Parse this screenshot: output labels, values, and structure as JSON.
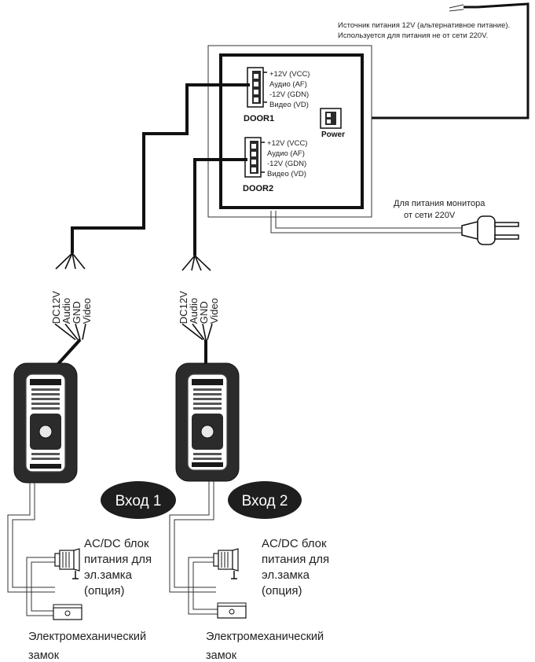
{
  "power_source_note": {
    "line1": "Источник питания 12V (альтернативное питание).",
    "line2": "Используется для питания не от сети 220V."
  },
  "monitor": {
    "door1": {
      "label": "DOOR1",
      "pins": [
        "+12V (VCC)",
        "Аудио (AF)",
        "-12V (GDN)",
        "Видео (VD)"
      ]
    },
    "door2": {
      "label": "DOOR2",
      "pins": [
        "+12V (VCC)",
        "Аудио (AF)",
        "-12V (GDN)",
        "Видео (VD)"
      ]
    },
    "power_label": "Power"
  },
  "mains_note": {
    "line1": "Для питания монитора",
    "line2": "от сети 220V"
  },
  "wire_labels": [
    "DC12V",
    "Audio",
    "GND",
    "Video"
  ],
  "entrances": [
    {
      "badge": "Вход 1",
      "psu_lines": [
        "AC/DC блок",
        "питания для",
        "эл.замка",
        "(опция)"
      ],
      "lock_lines": [
        "Электромеханический",
        "замок"
      ]
    },
    {
      "badge": "Вход 2",
      "psu_lines": [
        "AC/DC блок",
        "питания для",
        "эл.замка",
        "(опция)"
      ],
      "lock_lines": [
        "Электромеханический",
        "замок"
      ]
    }
  ],
  "colors": {
    "wire": "#111111",
    "panel_body": "#2b2b2b",
    "badge": "#1e1e1e",
    "badge_text": "#ffffff"
  }
}
